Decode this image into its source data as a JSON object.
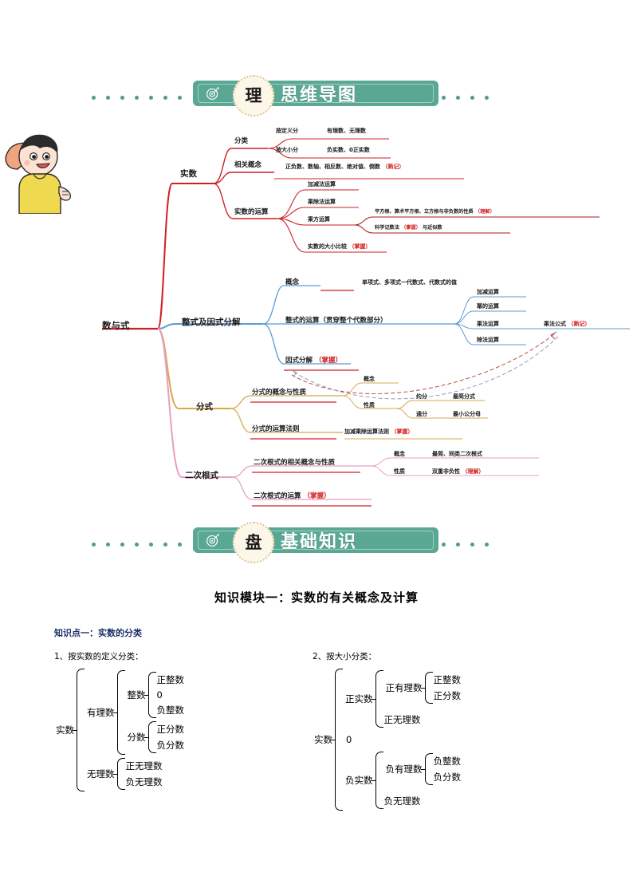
{
  "top_banner": {
    "circle_char": "理",
    "title": "思维导图",
    "target_icon": "target-icon",
    "accent": "#5aa893",
    "dot_color": "#4f9e88",
    "circle_bg": "#fdf7ea"
  },
  "bottom_banner": {
    "circle_char": "盘",
    "title": "基础知识",
    "target_icon": "target-icon",
    "accent": "#5aa893"
  },
  "mindmap": {
    "root": "数与式",
    "colors": {
      "shishu": "#cf1f26",
      "zhengshi": "#5b9bd5",
      "fenshi": "#d9a849",
      "erci": "#e79fc3",
      "tag": "#d21d1d"
    },
    "branches": {
      "shishu": {
        "label": "实数",
        "children": [
          {
            "label": "分类",
            "children": [
              {
                "label": "按定义分",
                "detail": "有理数、无理数"
              },
              {
                "label": "按大小分",
                "detail": "负实数、0正实数"
              }
            ]
          },
          {
            "label": "相关概念",
            "detail": "正负数、数轴、相反数、绝对值、倒数",
            "tag": "（熟记）"
          },
          {
            "label": "实数的运算",
            "children": [
              {
                "label": "加减法运算"
              },
              {
                "label": "乘除法运算"
              },
              {
                "label": "乘方运算",
                "children": [
                  {
                    "detail": "平方根、算术平方根、立方根与非负数的性质",
                    "tag": "（理解）"
                  },
                  {
                    "detail_a": "科学记数法",
                    "tag": "（掌握）",
                    "detail_b": "与近似数"
                  }
                ]
              },
              {
                "label": "实数的大小比较",
                "tag": "（掌握）"
              }
            ]
          }
        ]
      },
      "zhengshi": {
        "label": "整式及因式分解",
        "children": [
          {
            "label": "概念",
            "detail": "单项式、多项式一代数式、代数式的值"
          },
          {
            "label": "整式的运算（贯穿整个代数部分）",
            "children": [
              {
                "label": "加减运算"
              },
              {
                "label": "幂的运算"
              },
              {
                "label": "乘法运算",
                "detail": "乘法公式",
                "tag": "（熟记）"
              },
              {
                "label": "除法运算"
              }
            ]
          },
          {
            "label": "因式分解",
            "tag": "（掌握）"
          }
        ]
      },
      "fenshi": {
        "label": "分式",
        "children": [
          {
            "label": "分式的概念与性质",
            "children": [
              {
                "label": "概念"
              },
              {
                "label": "性质",
                "children": [
                  {
                    "label": "约分",
                    "detail": "最简分式"
                  },
                  {
                    "label": "通分",
                    "detail": "最小公分母"
                  }
                ]
              }
            ]
          },
          {
            "label": "分式的运算法则",
            "detail": "加减乘除运算法则",
            "tag": "（掌握）"
          }
        ]
      },
      "erci": {
        "label": "二次根式",
        "children": [
          {
            "label": "二次根式的相关概念与性质",
            "children": [
              {
                "label": "概念",
                "detail": "最简、同类二次根式"
              },
              {
                "label": "性质",
                "detail": "双重非负性",
                "tag": "（理解）"
              }
            ]
          },
          {
            "label": "二次根式的运算",
            "tag": "（掌握）"
          }
        ]
      }
    }
  },
  "document": {
    "module_title": "知识模块一：实数的有关概念及计算",
    "knowledge_point": "知识点一：实数的分类",
    "left": {
      "heading": "1、按实数的定义分类：",
      "root": "实数",
      "groups": [
        {
          "label": "有理数",
          "subgroups": [
            {
              "label": "整数",
              "leaves": [
                "正整数",
                "0",
                "负整数"
              ]
            },
            {
              "label": "分数",
              "leaves": [
                "正分数",
                "负分数"
              ]
            }
          ]
        },
        {
          "label": "无理数",
          "leaves": [
            "正无理数",
            "负无理数"
          ]
        }
      ]
    },
    "right": {
      "heading": "2、按大小分类：",
      "root": "实数",
      "groups": [
        {
          "label": "正实数",
          "subgroups": [
            {
              "label": "正有理数",
              "leaves": [
                "正整数",
                "正分数"
              ]
            }
          ],
          "extra": "正无理数"
        },
        {
          "zero": "0"
        },
        {
          "label": "负实数",
          "subgroups": [
            {
              "label": "负有理数",
              "leaves": [
                "负整数",
                "负分数"
              ]
            }
          ],
          "extra": "负无理数"
        }
      ]
    }
  }
}
